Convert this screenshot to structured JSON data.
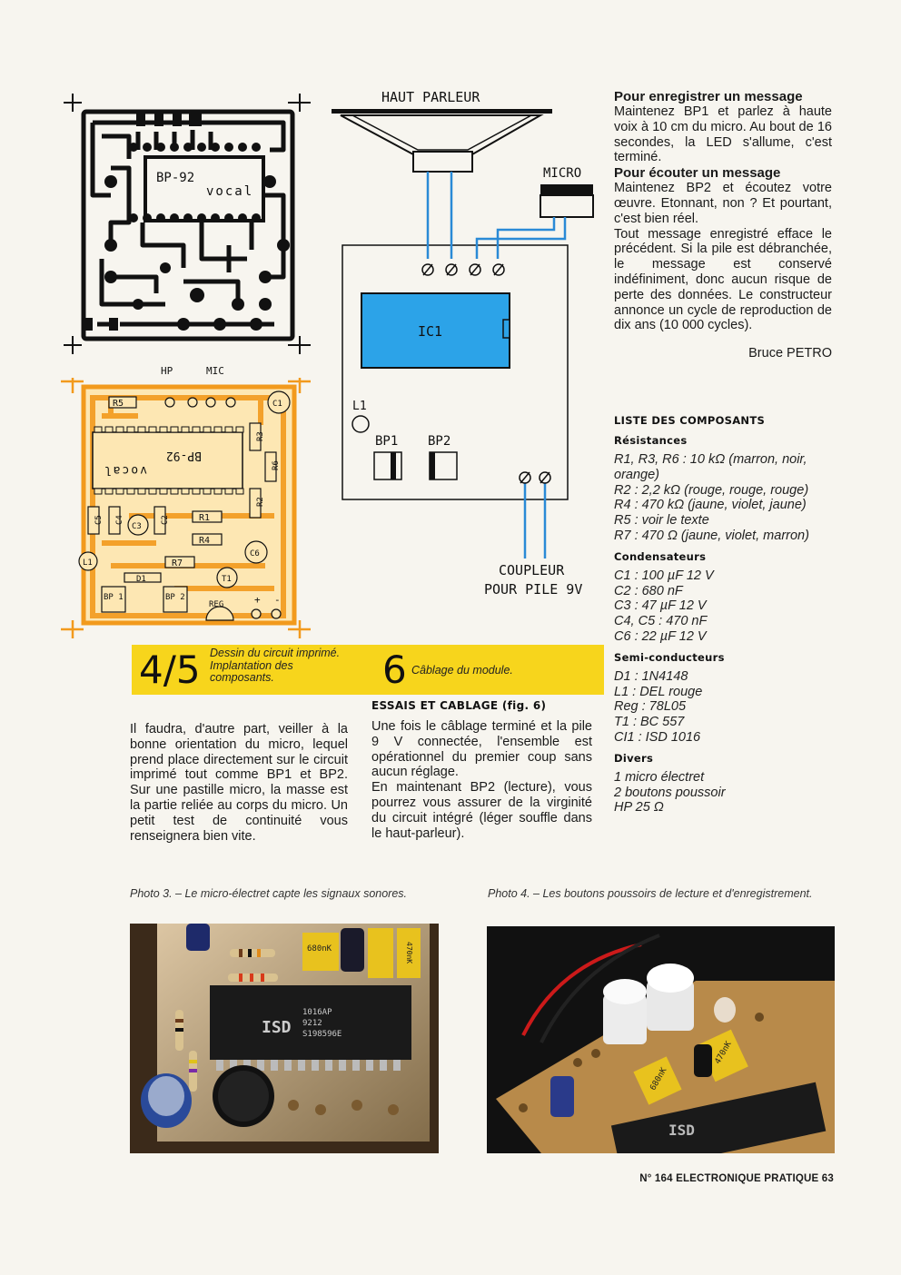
{
  "diagram_pcb": {
    "board_label": "BP-92",
    "vocal_label": "vocal"
  },
  "diagram_layout": {
    "hp_label": "HP",
    "mic_label": "MIC",
    "plus": "+",
    "minus": "-",
    "r5": "R5",
    "r1": "R1",
    "r3": "R3",
    "r6": "R6",
    "r2": "R2",
    "r4": "R4",
    "r7": "R7",
    "c1": "C1",
    "c2": "C2",
    "c3": "C3",
    "c4": "C4",
    "c5": "C5",
    "c6": "C6",
    "d1": "D1",
    "t1": "T1",
    "l1": "L1",
    "bp1": "BP 1",
    "bp2": "BP 2",
    "reg": "REG",
    "chip_text": "BP-92",
    "chip_text2": "vocal"
  },
  "diagram_wiring": {
    "haut_parleur": "HAUT PARLEUR",
    "micro": "MICRO",
    "ic1": "IC1",
    "l1": "L1",
    "bp1": "BP1",
    "bp2": "BP2",
    "coupleur_line1": "COUPLEUR",
    "coupleur_line2": "POUR PILE 9V"
  },
  "right_column": {
    "h_record": "Pour enregistrer un message",
    "p_record": "Maintenez BP1 et parlez à haute voix à 10 cm du micro. Au bout de 16 secondes, la LED s'allume, c'est terminé.",
    "h_listen": "Pour écouter un message",
    "p_listen": "Maintenez BP2 et écoutez votre œuvre. Etonnant, non ? Et pourtant, c'est bien réel.",
    "p_memory": "Tout message enregistré efface le précédent. Si la pile est débranchée, le message est conservé indéfiniment, donc aucun risque de perte des données. Le constructeur annonce un cycle de reproduction de dix ans (10 000 cycles).",
    "author": "Bruce PETRO"
  },
  "components": {
    "title": "LISTE DES COMPOSANTS",
    "resistances_title": "Résistances",
    "resistances": [
      "R1, R3, R6 : 10 kΩ (marron, noir, orange)",
      "R2 : 2,2 kΩ (rouge, rouge, rouge)",
      "R4 : 470 kΩ (jaune, violet, jaune)",
      "R5 : voir le texte",
      "R7 : 470 Ω (jaune, violet, marron)"
    ],
    "condensateurs_title": "Condensateurs",
    "condensateurs": [
      "C1 : 100 µF 12 V",
      "C2 : 680 nF",
      "C3 : 47 µF 12 V",
      "C4, C5 : 470 nF",
      "C6 : 22 µF 12 V"
    ],
    "semi_title": "Semi-conducteurs",
    "semi": [
      "D1 : 1N4148",
      "L1 : DEL rouge",
      "Reg : 78L05",
      "T1 : BC 557",
      "CI1 : ISD 1016"
    ],
    "divers_title": "Divers",
    "divers": [
      "1 micro électret",
      "2 boutons poussoir",
      "HP 25 Ω"
    ]
  },
  "figure_bar": {
    "num_45": "4/5",
    "cap_45": "Dessin du circuit imprimé. Implantation des composants.",
    "num_6": "6",
    "cap_6": "Câblage du module."
  },
  "left_text": {
    "p1": "Il faudra, d'autre part, veiller à la bonne orientation du micro, lequel prend place directement sur le circuit imprimé tout comme BP1 et BP2. Sur une pastille micro, la masse est la partie reliée au corps du micro. Un petit test de continuité vous renseignera bien vite."
  },
  "mid_text": {
    "heading": "ESSAIS ET CABLAGE (fig. 6)",
    "p1": "Une fois le câblage terminé et la pile 9 V connectée, l'ensemble est opérationnel du premier coup sans aucun réglage.",
    "p2": "En maintenant BP2 (lecture), vous pourrez vous assurer de la virginité du circuit intégré (léger souffle dans le haut-parleur)."
  },
  "photos": {
    "photo3_caption": "Photo 3. – Le micro-électret capte les signaux sonores.",
    "photo4_caption": "Photo 4. – Les boutons poussoirs de lecture et d'enregistrement.",
    "chip_brand": "ISD",
    "chip_code": "1016AP",
    "chip_code2": "9212",
    "chip_code3": "S198596E",
    "cap_label": "680nK",
    "cap_label2": "470nK"
  },
  "footer": {
    "text": "N° 164 ELECTRONIQUE PRATIQUE 63"
  }
}
